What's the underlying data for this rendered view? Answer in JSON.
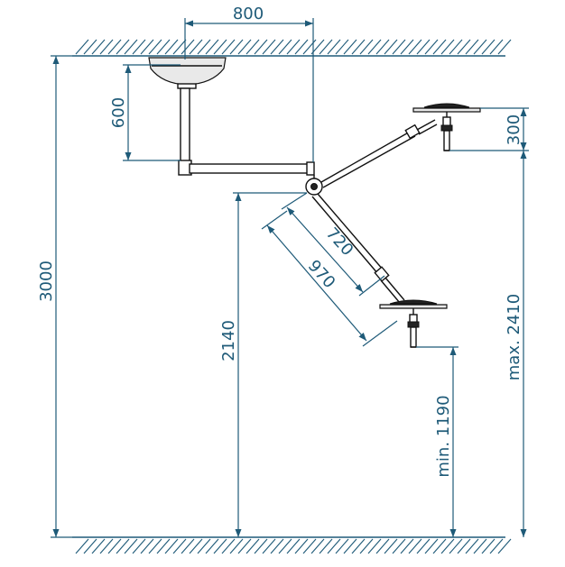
{
  "dimensions": {
    "ceiling_offset": "800",
    "mount_height": "600",
    "room_height": "3000",
    "joint_height": "2140",
    "arm_length": "720",
    "reach": "970",
    "head_height": "300",
    "max_height": "max. 2410",
    "min_height": "min. 1190"
  },
  "colors": {
    "dimension": "#1e5a78",
    "device": "#111111"
  }
}
